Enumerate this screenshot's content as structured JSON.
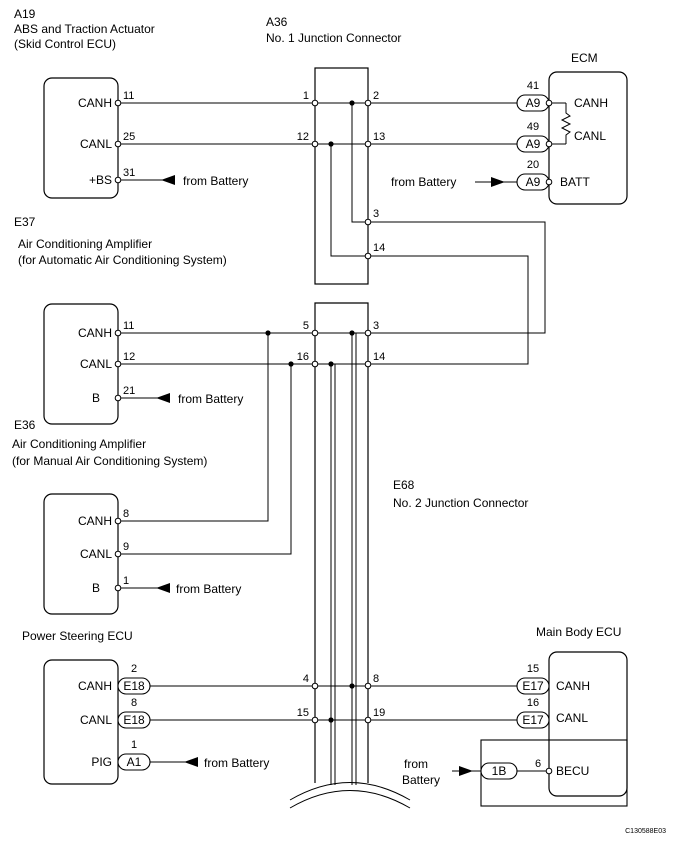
{
  "components": {
    "a19": {
      "code": "A19",
      "name": "ABS and Traction Actuator",
      "sub": "(Skid Control ECU)"
    },
    "a36": {
      "code": "A36",
      "name": "No. 1 Junction Connector"
    },
    "ecm": {
      "name": "ECM"
    },
    "e37": {
      "code": "E37",
      "name": "Air Conditioning Amplifier",
      "sub": "(for Automatic Air Conditioning System)"
    },
    "e36": {
      "code": "E36",
      "name": "Air Conditioning Amplifier",
      "sub": "(for Manual Air Conditioning System)"
    },
    "e68": {
      "code": "E68",
      "name": "No. 2 Junction Connector"
    },
    "ps": {
      "name": "Power Steering ECU"
    },
    "mb": {
      "name": "Main Body ECU"
    }
  },
  "labels": {
    "canh": "CANH",
    "canl": "CANL",
    "bs": "+BS",
    "b": "B",
    "pig": "PIG",
    "batt": "BATT",
    "becu": "BECU",
    "from_battery": "from Battery",
    "from": "from",
    "battery": "Battery"
  },
  "connectors": {
    "a9": "A9",
    "e18": "E18",
    "e17": "E17",
    "a1": "A1",
    "b1": "1B"
  },
  "pins": {
    "a19_canh": "11",
    "a19_canl": "25",
    "a19_bs": "31",
    "a36_1": "1",
    "a36_2": "2",
    "a36_12": "12",
    "a36_13": "13",
    "a36_3": "3",
    "a36_14": "14",
    "ecm_canh": "41",
    "ecm_canl": "49",
    "ecm_batt": "20",
    "e37_canh": "11",
    "e37_canl": "12",
    "e37_b": "21",
    "e68_5": "5",
    "e68_3": "3",
    "e68_16": "16",
    "e68_14": "14",
    "e36_canh": "8",
    "e36_canl": "9",
    "e36_b": "1",
    "ps_canh": "2",
    "ps_canl": "8",
    "ps_pig": "1",
    "e68_4": "4",
    "e68_8": "8",
    "e68_15": "15",
    "e68_19": "19",
    "mb_canh": "15",
    "mb_canl": "16",
    "mb_becu": "6"
  },
  "figure_code": "C130588E03"
}
